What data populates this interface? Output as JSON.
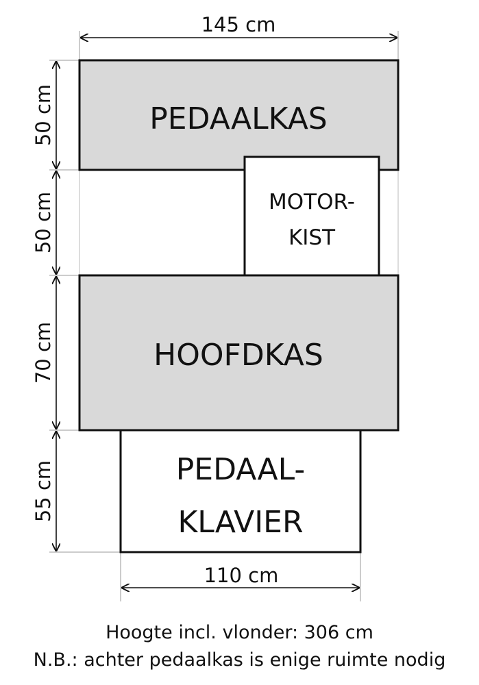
{
  "diagram": {
    "dimensions": {
      "top_width": "145 cm",
      "bottom_width": "110 cm",
      "pedaalkas_height": "50 cm",
      "gap_height": "50 cm",
      "hoofdkas_height": "70 cm",
      "pedaalklavier_height": "55 cm"
    },
    "boxes": {
      "pedaalkas": "PEDAALKAS",
      "motorkist_line1": "MOTOR-",
      "motorkist_line2": "KIST",
      "hoofdkas": "HOOFDKAS",
      "pedaalklavier_line1": "PEDAAL-",
      "pedaalklavier_line2": "KLAVIER"
    },
    "colors": {
      "box_gray": "#d9d9d9",
      "box_white": "#ffffff",
      "stroke": "#111111"
    }
  },
  "captions": {
    "line1": "Hoogte incl. vlonder: 306 cm",
    "line2": "N.B.: achter pedaalkas is enige ruimte nodig"
  }
}
